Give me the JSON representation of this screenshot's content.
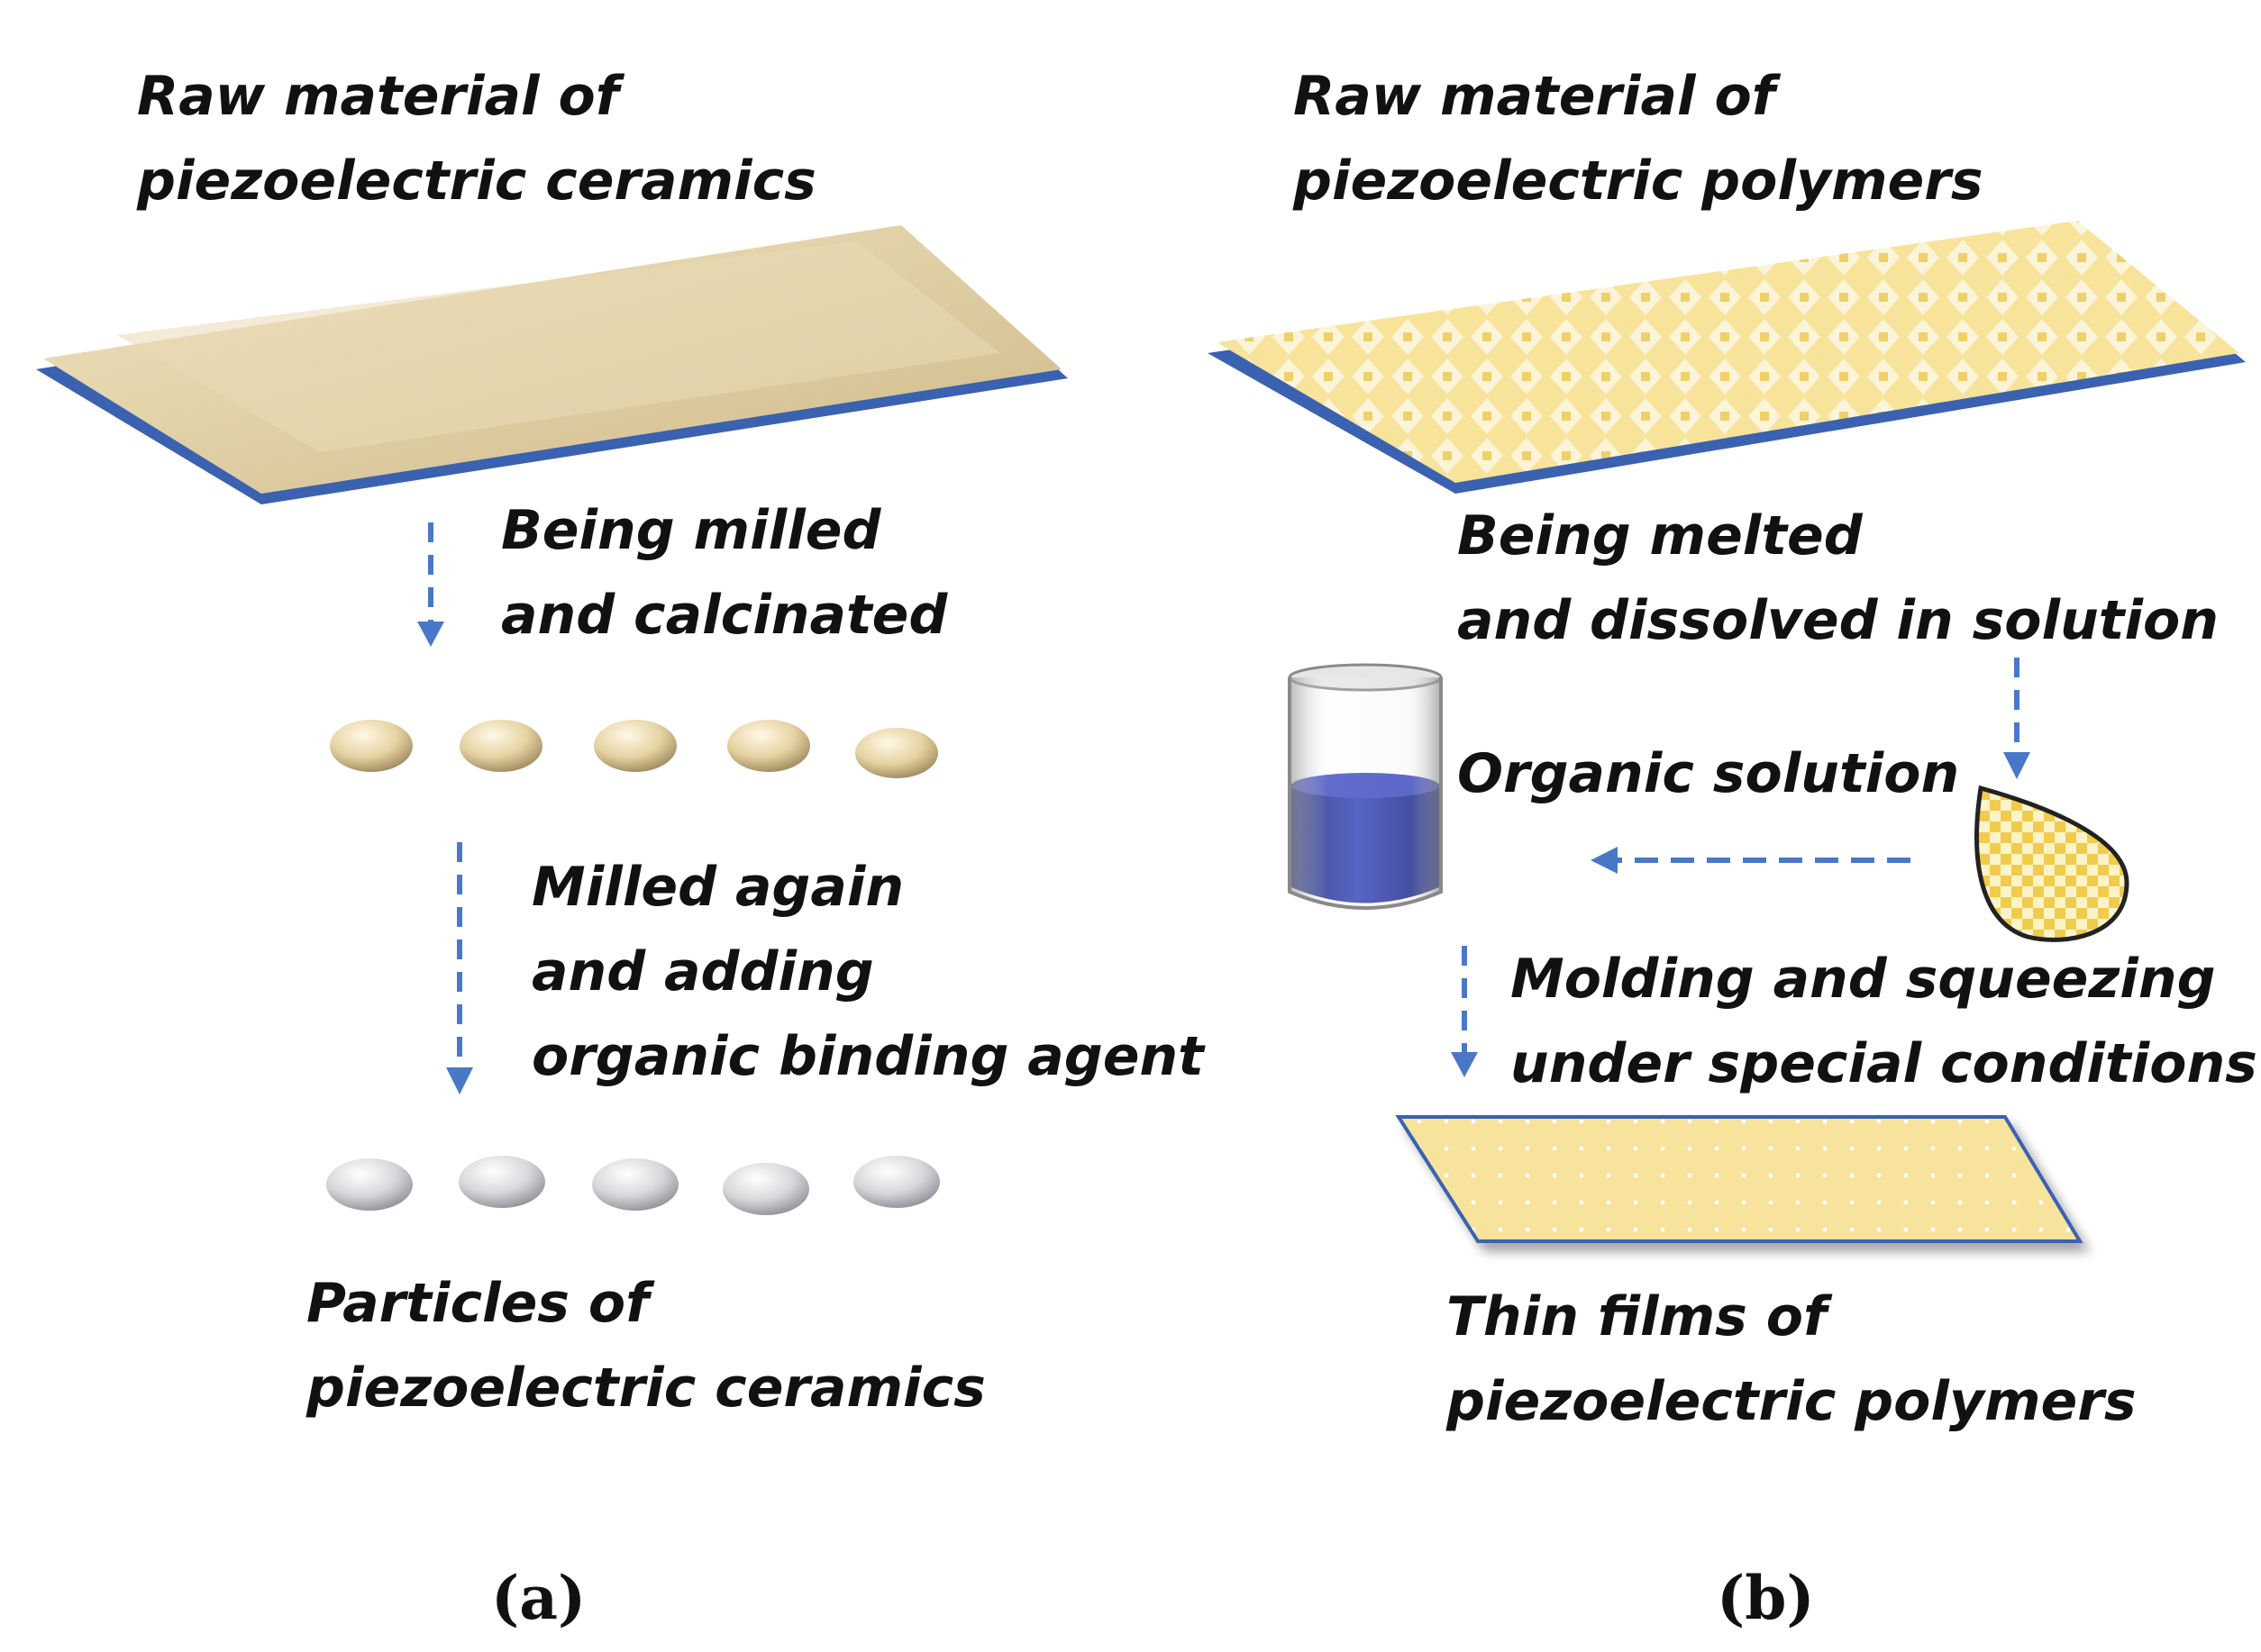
{
  "panel_a": {
    "raw_material": [
      "Raw material of",
      "piezoelectric ceramics"
    ],
    "step1": [
      "Being milled",
      "and calcinated"
    ],
    "step2": [
      "Milled again",
      "and adding",
      "organic binding agent"
    ],
    "result": [
      "Particles of",
      "piezoelectric ceramics"
    ],
    "caption": "(a)"
  },
  "panel_b": {
    "raw_material": [
      "Raw material of",
      "piezoelectric polymers"
    ],
    "step1": [
      "Being melted",
      "and dissolved in solution"
    ],
    "solution": "Organic solution",
    "step2": [
      "Molding and squeezing",
      "under special conditions"
    ],
    "result": [
      "Thin films of",
      "piezoelectric polymers"
    ],
    "caption": "(b)"
  },
  "colors": {
    "arrow": "#4a78c8",
    "ceramic": "#e2d2aa",
    "polymer": "#f5df80",
    "edge": "#3a62b0",
    "liquid": "#1f2a8f"
  }
}
